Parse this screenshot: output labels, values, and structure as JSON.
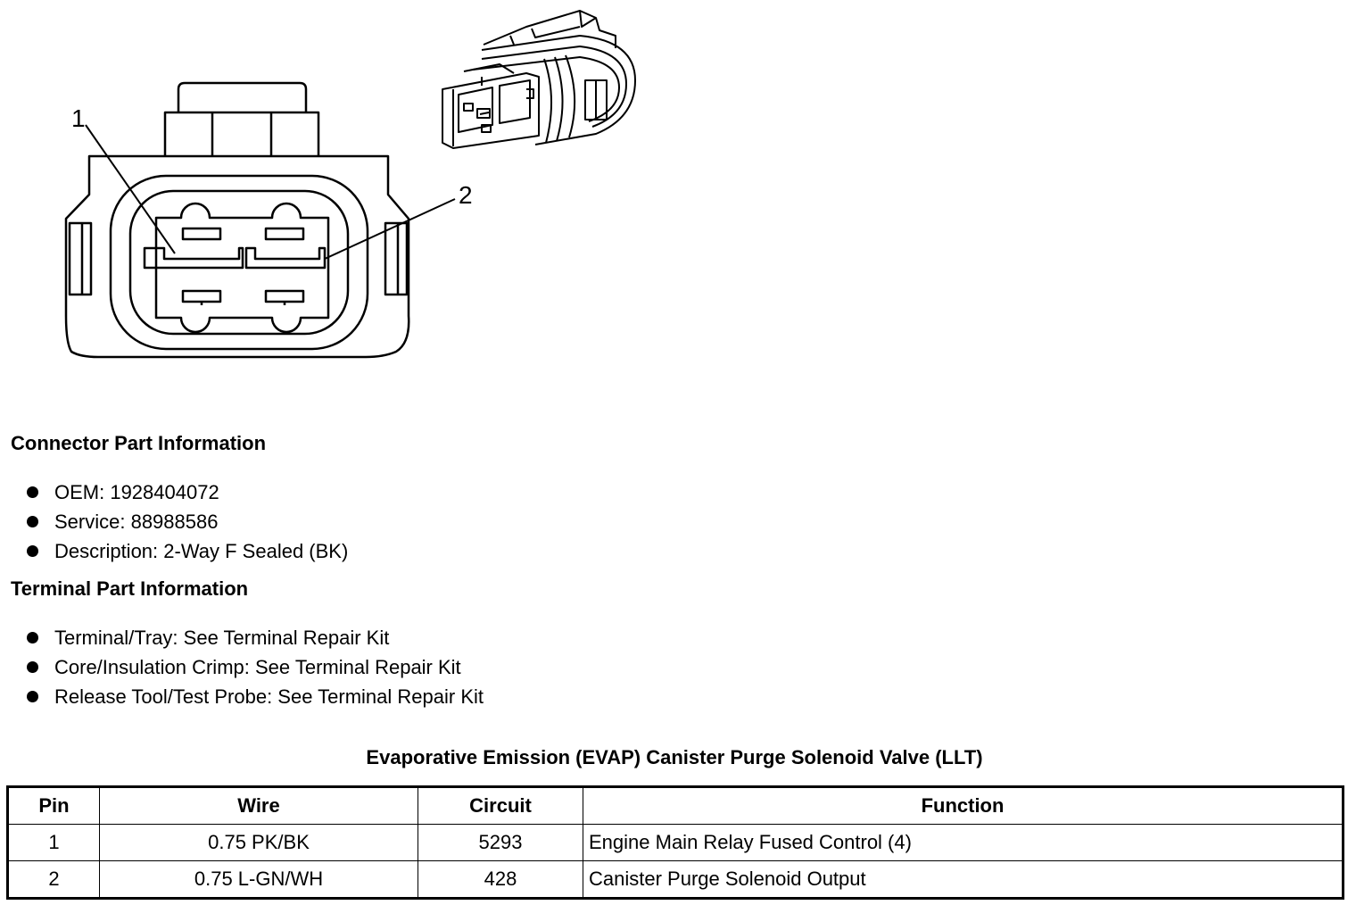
{
  "diagram": {
    "callout_1": "1",
    "callout_2": "2"
  },
  "connector_info": {
    "heading": "Connector Part Information",
    "items": [
      "OEM: 1928404072",
      "Service: 88988586",
      "Description: 2-Way F Sealed (BK)"
    ]
  },
  "terminal_info": {
    "heading": "Terminal Part Information",
    "items": [
      "Terminal/Tray: See Terminal Repair Kit",
      "Core/Insulation Crimp: See Terminal Repair Kit",
      "Release Tool/Test Probe: See Terminal Repair Kit"
    ]
  },
  "table": {
    "caption": "Evaporative Emission (EVAP) Canister Purge Solenoid Valve (LLT)",
    "headers": [
      "Pin",
      "Wire",
      "Circuit",
      "Function"
    ],
    "rows": [
      [
        "1",
        "0.75 PK/BK",
        "5293",
        "Engine Main Relay Fused Control (4)"
      ],
      [
        "2",
        "0.75 L-GN/WH",
        "428",
        "Canister Purge Solenoid Output"
      ]
    ]
  }
}
